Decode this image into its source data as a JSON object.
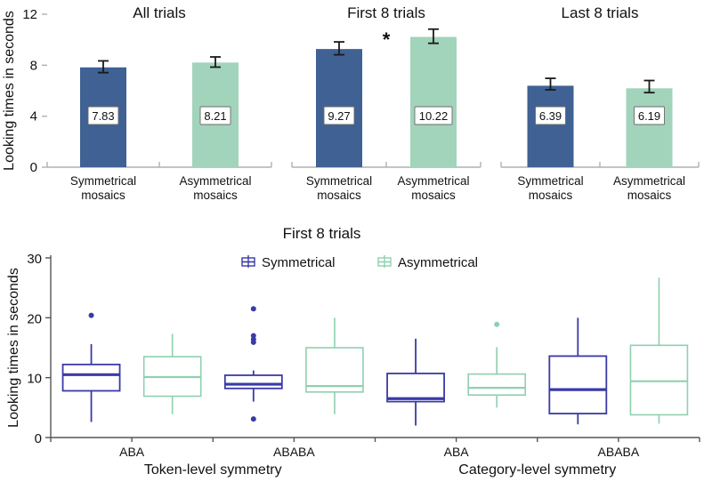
{
  "figure": {
    "background": "#ffffff",
    "colors": {
      "symmetrical_fill": "#3f6193",
      "asymmetrical_fill": "#a2d3bb",
      "symmetrical_line": "#3a3aa8",
      "asymmetrical_line": "#8fd0b0",
      "axis": "#b0b0b0",
      "axis_dark": "#555555",
      "text": "#111111",
      "errorbar": "#1a1a1a"
    }
  },
  "top": {
    "ylabel": "Looking times in seconds",
    "yticks": [
      "0",
      "4",
      "8",
      "12"
    ],
    "significance_marker": "*",
    "panels": [
      {
        "title": "All trials",
        "bars": [
          {
            "category": "Symmetrical",
            "label_line1": "Symmetrical",
            "label_line2": "mosaics",
            "value": 7.83,
            "value_label": "7.83",
            "err_low": 7.42,
            "err_high": 8.34,
            "series": "symmetrical"
          },
          {
            "category": "Asymmetrical",
            "label_line1": "Asymmetrical",
            "label_line2": "mosaics",
            "value": 8.21,
            "value_label": "8.21",
            "err_low": 7.85,
            "err_high": 8.65,
            "series": "asymmetrical"
          }
        ],
        "significant": false
      },
      {
        "title": "First 8 trials",
        "bars": [
          {
            "category": "Symmetrical",
            "label_line1": "Symmetrical",
            "label_line2": "mosaics",
            "value": 9.27,
            "value_label": "9.27",
            "err_low": 8.82,
            "err_high": 9.83,
            "series": "symmetrical"
          },
          {
            "category": "Asymmetrical",
            "label_line1": "Asymmetrical",
            "label_line2": "mosaics",
            "value": 10.22,
            "value_label": "10.22",
            "err_low": 9.72,
            "err_high": 10.83,
            "series": "asymmetrical"
          }
        ],
        "significant": true
      },
      {
        "title": "Last 8 trials",
        "bars": [
          {
            "category": "Symmetrical",
            "label_line1": "Symmetrical",
            "label_line2": "mosaics",
            "value": 6.39,
            "value_label": "6.39",
            "err_low": 6.07,
            "err_high": 6.97,
            "series": "symmetrical"
          },
          {
            "category": "Asymmetrical",
            "label_line1": "Asymmetrical",
            "label_line2": "mosaics",
            "value": 6.19,
            "value_label": "6.19",
            "err_low": 5.85,
            "err_high": 6.8,
            "series": "asymmetrical"
          }
        ],
        "significant": false
      }
    ]
  },
  "bottom": {
    "title": "First 8 trials",
    "ylabel": "Looking times in seconds",
    "yticks": [
      "0",
      "10",
      "20",
      "30"
    ],
    "legend": [
      {
        "label": "Symmetrical",
        "series": "symmetrical"
      },
      {
        "label": "Asymmetrical",
        "series": "asymmetrical"
      }
    ],
    "groups": [
      {
        "axis_label": "Token-level symmetry",
        "ticks": [
          "ABA",
          "ABABA"
        ]
      },
      {
        "axis_label": "Category-level symmetry",
        "ticks": [
          "ABA",
          "ABABA"
        ]
      }
    ],
    "boxes": [
      {
        "group": "Token-level symmetry",
        "tick": "ABA",
        "series": "symmetrical",
        "whisker_low": 2.6,
        "q1": 7.8,
        "median": 10.5,
        "q3": 12.2,
        "whisker_high": 15.6,
        "outliers": [
          20.4
        ]
      },
      {
        "group": "Token-level symmetry",
        "tick": "ABA",
        "series": "asymmetrical",
        "whisker_low": 3.9,
        "q1": 6.9,
        "median": 10.1,
        "q3": 13.5,
        "whisker_high": 17.3,
        "outliers": []
      },
      {
        "group": "Token-level symmetry",
        "tick": "ABABA",
        "series": "symmetrical",
        "whisker_low": 6.0,
        "q1": 8.2,
        "median": 8.9,
        "q3": 10.4,
        "whisker_high": 11.2,
        "outliers": [
          21.5,
          17.0,
          16.4,
          15.9,
          3.1
        ]
      },
      {
        "group": "Token-level symmetry",
        "tick": "ABABA",
        "series": "asymmetrical",
        "whisker_low": 3.9,
        "q1": 7.6,
        "median": 8.6,
        "q3": 15.0,
        "whisker_high": 20.0,
        "outliers": []
      },
      {
        "group": "Category-level symmetry",
        "tick": "ABA",
        "series": "symmetrical",
        "whisker_low": 2.0,
        "q1": 6.0,
        "median": 6.5,
        "q3": 10.7,
        "whisker_high": 16.5,
        "outliers": []
      },
      {
        "group": "Category-level symmetry",
        "tick": "ABA",
        "series": "asymmetrical",
        "whisker_low": 5.0,
        "q1": 7.1,
        "median": 8.3,
        "q3": 10.6,
        "whisker_high": 15.1,
        "outliers": [
          18.9
        ]
      },
      {
        "group": "Category-level symmetry",
        "tick": "ABABA",
        "series": "symmetrical",
        "whisker_low": 2.2,
        "q1": 4.0,
        "median": 8.0,
        "q3": 13.6,
        "whisker_high": 20.0,
        "outliers": []
      },
      {
        "group": "Category-level symmetry",
        "tick": "ABABA",
        "series": "asymmetrical",
        "whisker_low": 2.3,
        "q1": 3.8,
        "median": 9.4,
        "q3": 15.4,
        "whisker_high": 26.7,
        "outliers": []
      }
    ]
  },
  "chart_data": {
    "type": "bar",
    "title": "Looking times: All trials / First 8 trials / Last 8 trials",
    "xlabel": "",
    "ylabel": "Looking times in seconds",
    "ylim": [
      0,
      12
    ],
    "grid": false,
    "legend_position": "none",
    "categories": [
      "Symmetrical mosaics",
      "Asymmetrical mosaics"
    ],
    "panels": [
      {
        "name": "All trials",
        "series": [
          {
            "name": "Symmetrical mosaics",
            "values": [
              7.83
            ]
          },
          {
            "name": "Asymmetrical mosaics",
            "values": [
              8.21
            ]
          }
        ]
      },
      {
        "name": "First 8 trials",
        "series": [
          {
            "name": "Symmetrical mosaics",
            "values": [
              9.27
            ]
          },
          {
            "name": "Asymmetrical mosaics",
            "values": [
              10.22
            ]
          }
        ]
      },
      {
        "name": "Last 8 trials",
        "series": [
          {
            "name": "Symmetrical mosaics",
            "values": [
              6.39
            ]
          },
          {
            "name": "Asymmetrical mosaics",
            "values": [
              6.19
            ]
          }
        ]
      }
    ],
    "annotations": [
      {
        "text": "*",
        "panel": "First 8 trials",
        "meaning": "significant difference"
      }
    ],
    "secondary_chart": {
      "type": "box",
      "title": "First 8 trials",
      "ylabel": "Looking times in seconds",
      "xlabel": [
        "Token-level symmetry",
        "Category-level symmetry"
      ],
      "ylim": [
        0,
        30
      ],
      "legend": [
        "Symmetrical",
        "Asymmetrical"
      ],
      "legend_position": "top-center",
      "x": [
        "ABA",
        "ABABA",
        "ABA",
        "ABABA"
      ],
      "boxes": [
        {
          "x": "Token ABA",
          "series": "Symmetrical",
          "min": 2.6,
          "q1": 7.8,
          "median": 10.5,
          "q3": 12.2,
          "max": 15.6,
          "outliers": [
            20.4
          ]
        },
        {
          "x": "Token ABA",
          "series": "Asymmetrical",
          "min": 3.9,
          "q1": 6.9,
          "median": 10.1,
          "q3": 13.5,
          "max": 17.3,
          "outliers": []
        },
        {
          "x": "Token ABABA",
          "series": "Symmetrical",
          "min": 6.0,
          "q1": 8.2,
          "median": 8.9,
          "q3": 10.4,
          "max": 11.2,
          "outliers": [
            21.5,
            17.0,
            16.4,
            15.9,
            3.1
          ]
        },
        {
          "x": "Token ABABA",
          "series": "Asymmetrical",
          "min": 3.9,
          "q1": 7.6,
          "median": 8.6,
          "q3": 15.0,
          "max": 20.0,
          "outliers": []
        },
        {
          "x": "Category ABA",
          "series": "Symmetrical",
          "min": 2.0,
          "q1": 6.0,
          "median": 6.5,
          "q3": 10.7,
          "max": 16.5,
          "outliers": []
        },
        {
          "x": "Category ABA",
          "series": "Asymmetrical",
          "min": 5.0,
          "q1": 7.1,
          "median": 8.3,
          "q3": 10.6,
          "max": 15.1,
          "outliers": [
            18.9
          ]
        },
        {
          "x": "Category ABABA",
          "series": "Symmetrical",
          "min": 2.2,
          "q1": 4.0,
          "median": 8.0,
          "q3": 13.6,
          "max": 20.0,
          "outliers": []
        },
        {
          "x": "Category ABABA",
          "series": "Asymmetrical",
          "min": 2.3,
          "q1": 3.8,
          "median": 9.4,
          "q3": 15.4,
          "max": 26.7,
          "outliers": []
        }
      ]
    }
  }
}
